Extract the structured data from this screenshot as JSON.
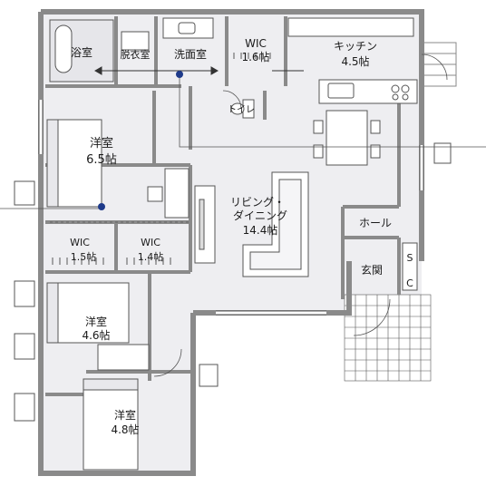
{
  "rooms": {
    "bath": "浴室",
    "dressing": "脱衣室",
    "washroom": "洗面室",
    "wic_top_name": "WIC",
    "wic_top_size": "1.6帖",
    "kitchen_name": "キッチン",
    "kitchen_size": "4.5帖",
    "toilet": "トイレ",
    "western_a_name": "洋室",
    "western_a_size": "6.5帖",
    "living_name_1": "リビング・",
    "living_name_2": "ダイニング",
    "living_size": "14.4帖",
    "hall": "ホール",
    "wic_a_name": "WIC",
    "wic_a_size": "1.5帖",
    "wic_b_name": "WIC",
    "wic_b_size": "1.4帖",
    "sc_s": "S",
    "sc_c": "C",
    "entrance": "玄関",
    "western_b_name": "洋室",
    "western_b_size": "4.6帖",
    "western_c_name": "洋室",
    "western_c_size": "4.8帖"
  },
  "colors": {
    "wall": "#8a8a8a",
    "floor": "#f0f0f2",
    "fixture": "#ffffff",
    "line": "#1a1a1a",
    "marker": "#1e3a8a"
  }
}
